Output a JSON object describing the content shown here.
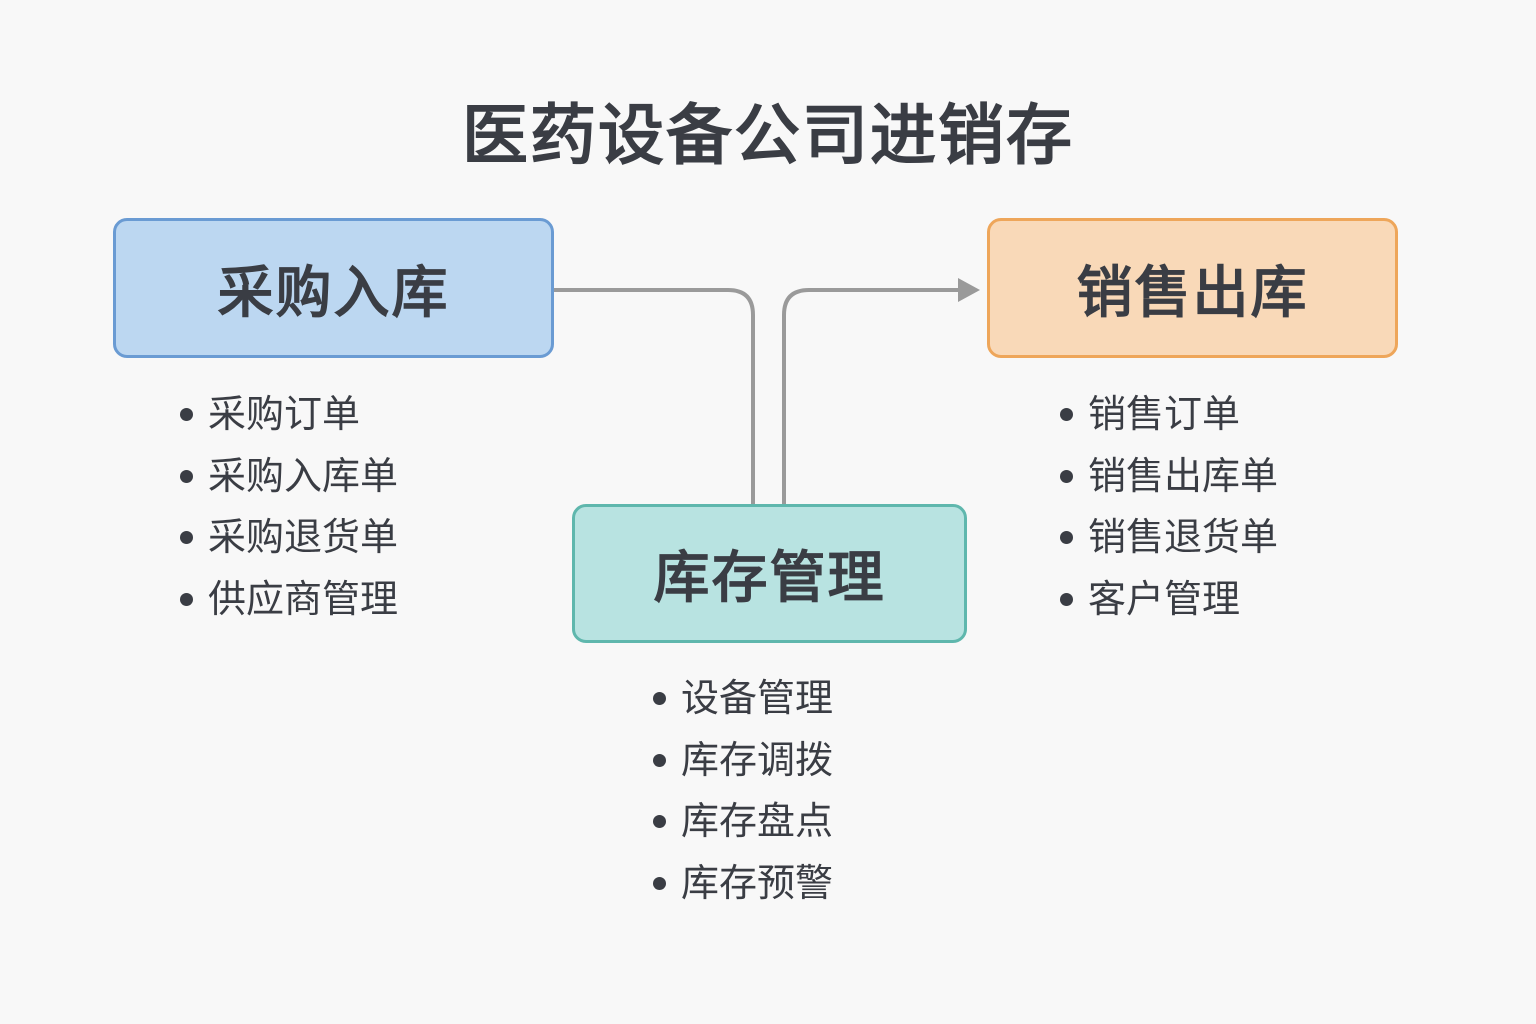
{
  "title": "医药设备公司进销存",
  "modules": {
    "purchase": {
      "label": "采购入库",
      "items": [
        "采购订单",
        "采购入库单",
        "采购退货单",
        "供应商管理"
      ],
      "color": "#bcd7f1",
      "border": "#6a9bd3"
    },
    "inventory": {
      "label": "库存管理",
      "items": [
        "设备管理",
        "库存调拨",
        "库存盘点",
        "库存预警"
      ],
      "color": "#b8e3e1",
      "border": "#5fb7ad"
    },
    "sales": {
      "label": "销售出库",
      "items": [
        "销售订单",
        "销售出库单",
        "销售退货单",
        "客户管理"
      ],
      "color": "#f9d9b8",
      "border": "#eea65a"
    }
  },
  "connector_color": "#9a9a9a"
}
